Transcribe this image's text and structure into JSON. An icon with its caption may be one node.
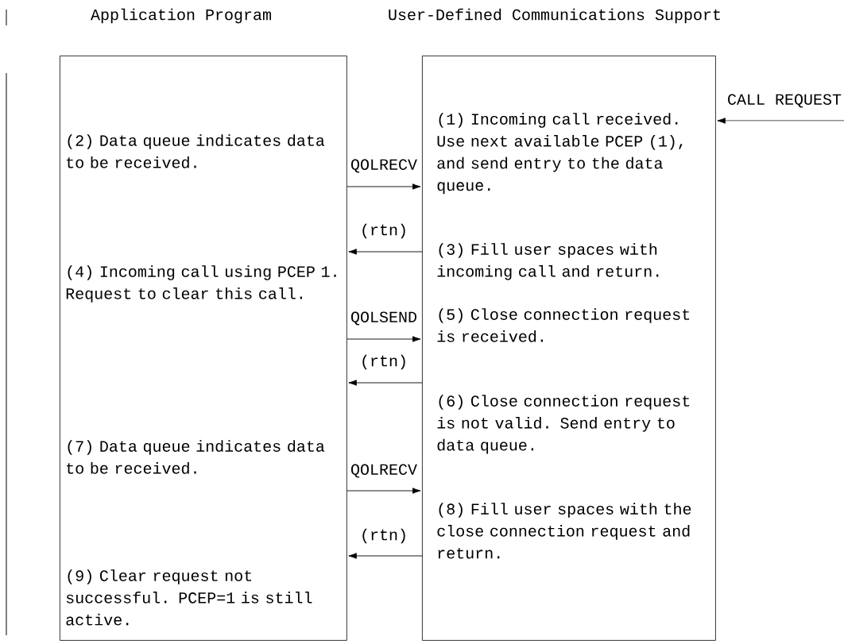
{
  "diagram": {
    "nodes": [
      {
        "text": [
          "Application Program",
          "(2) Data queue indicates data to be received.",
          "(4) Incoming call using PCEP 1. Request to clear this call.",
          "(7) Data queue indicates data to be received.",
          "(9) Clear request not successful. PCEP=1 is still active."
        ]
      },
      {
        "text": [
          "User-Defined Communications Support",
          "(1) Incoming call received. Use next available PCEP (1), and send entry to the data queue.",
          "(3) Fill user spaces with incoming call and return.",
          "(5) Close connection request is received.",
          "(6) Close connection request is not valid. Send entry to data queue.",
          "(8) Fill user spaces with the close connection request and return."
        ]
      }
    ],
    "edges": [
      {
        "from": null,
        "to": 1,
        "arrow": "to",
        "label": "CALL REQUEST"
      },
      {
        "from": 0,
        "to": 1,
        "arrow": "to",
        "label": "QOLRECV"
      },
      {
        "from": 1,
        "to": 0,
        "arrow": "to",
        "label": "(rtn)"
      },
      {
        "from": 0,
        "to": 1,
        "arrow": "to",
        "label": "QOLSEND"
      },
      {
        "from": 1,
        "to": 0,
        "arrow": "to",
        "label": "(rtn)"
      },
      {
        "from": 0,
        "to": 1,
        "arrow": "to",
        "label": "QOLRECV"
      },
      {
        "from": 1,
        "to": 0,
        "arrow": "to",
        "label": "(rtn)"
      }
    ]
  }
}
